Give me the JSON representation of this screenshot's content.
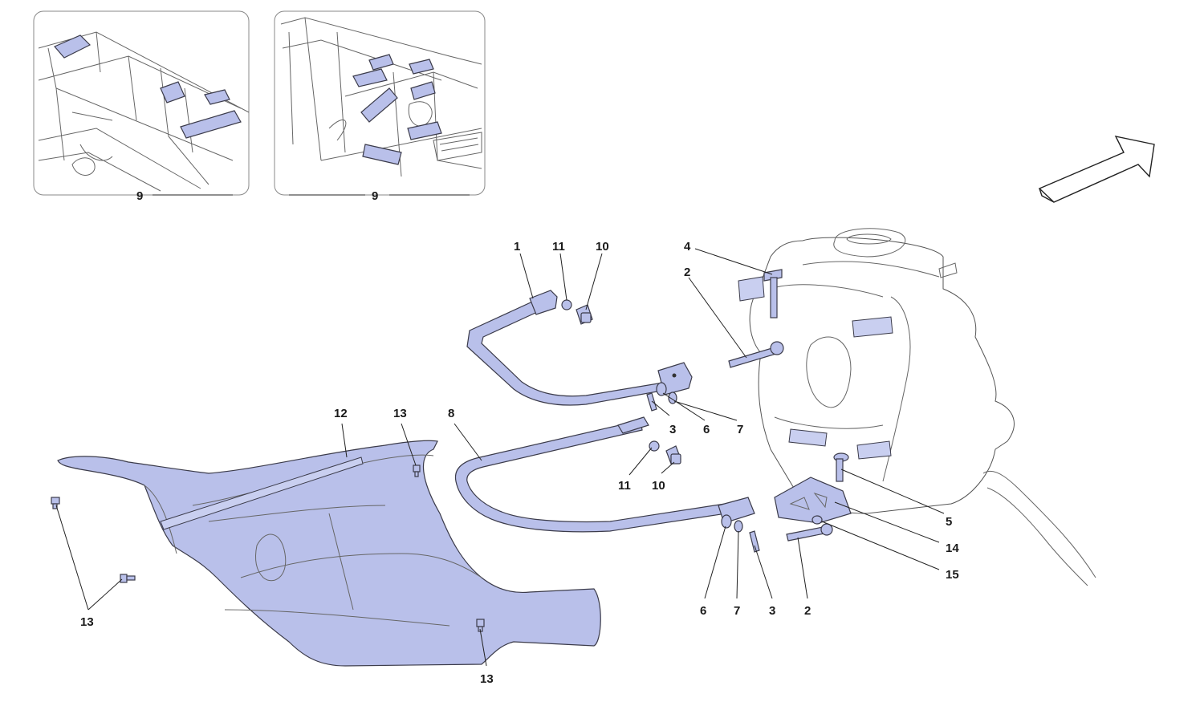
{
  "callouts": {
    "c1": "1",
    "c2a": "2",
    "c2b": "2",
    "c3a": "3",
    "c3b": "3",
    "c4": "4",
    "c5": "5",
    "c6a": "6",
    "c6b": "6",
    "c7a": "7",
    "c7b": "7",
    "c8": "8",
    "c9a": "9",
    "c9b": "9",
    "c10a": "10",
    "c10b": "10",
    "c11a": "11",
    "c11b": "11",
    "c12": "12",
    "c13a": "13",
    "c13b": "13",
    "c13c": "13",
    "c14": "14",
    "c15": "15"
  },
  "colors": {
    "part_fill": "#b9c0ea",
    "outline": "#3b3b4a"
  }
}
